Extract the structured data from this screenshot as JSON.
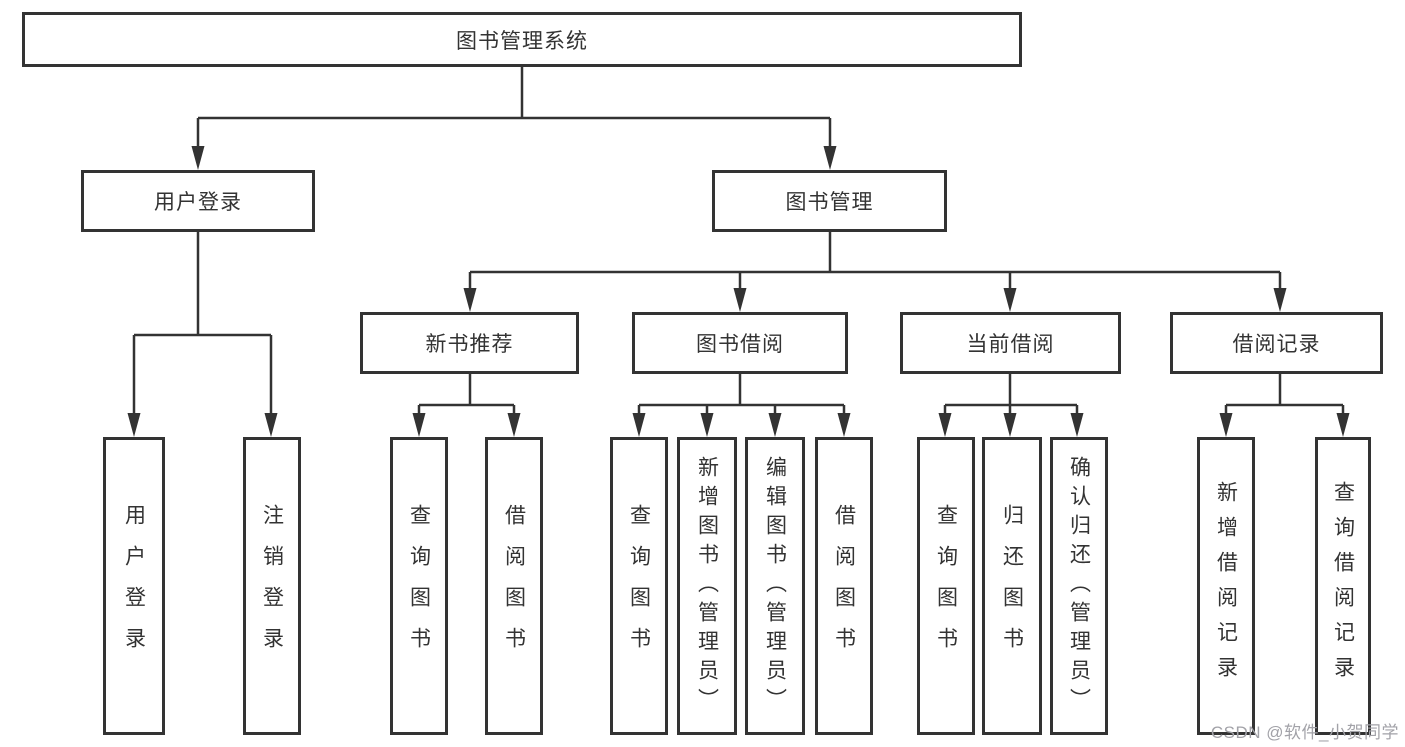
{
  "diagram": {
    "root": "图书管理系统",
    "level2": [
      "用户登录",
      "图书管理"
    ],
    "level3": [
      "新书推荐",
      "图书借阅",
      "当前借阅",
      "借阅记录"
    ],
    "leaves": [
      "用户登录",
      "注销登录",
      "查询图书",
      "借阅图书",
      "查询图书",
      "新增图书（管理员）",
      "编辑图书（管理员）",
      "借阅图书",
      "查询图书",
      "归还图书",
      "确认归还（管理员）",
      "新增借阅记录",
      "查询借阅记录"
    ],
    "watermark": "CSDN @软件_小贺同学",
    "colors": {
      "line": "#333333",
      "text": "#333333",
      "watermark": "#a2a2a8",
      "background": "#ffffff"
    }
  }
}
